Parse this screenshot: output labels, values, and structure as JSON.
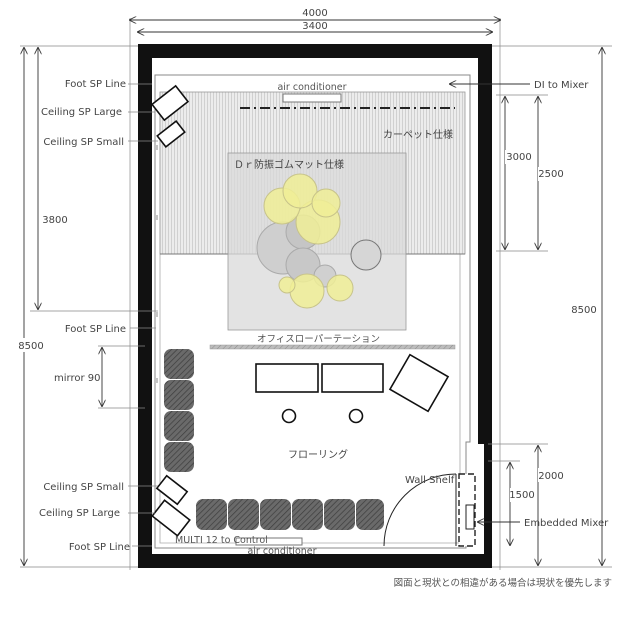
{
  "dimensions": {
    "width_outer": "4000",
    "width_inner": "3400",
    "height_left_outer": "8500",
    "height_left_zone": "3800",
    "mirror_90": "mirror 90",
    "right_3000": "3000",
    "right_2500": "2500",
    "right_8500": "8500",
    "right_2000": "2000",
    "right_1500": "1500"
  },
  "labels": {
    "foot_sp_line_top": "Foot SP Line",
    "ceiling_sp_large_top": "Ceiling SP Large",
    "ceiling_sp_small_top": "Ceiling SP Small",
    "foot_sp_line_mid": "Foot SP Line",
    "ceiling_sp_small_bottom": "Ceiling SP Small",
    "ceiling_sp_large_bottom": "Ceiling SP Large",
    "foot_sp_line_bottom": "Foot SP Line",
    "air_conditioner_top": "air conditioner",
    "air_conditioner_bottom": "air conditioner",
    "di_to_mixer": "DI to Mixer",
    "carpet": "カーペット仕様",
    "drum_mat": "Ｄｒ防振ゴムマット仕様",
    "partition": "オフィスローパーテーション",
    "flooring": "フローリング",
    "wall_shelf": "Wall  Shelf",
    "embedded_mixer": "Embedded Mixer",
    "multi12": "MULTI 12 to Control",
    "footnote": "図面と現状との相違がある場合は現状を優先します"
  },
  "colors": {
    "wall": "#111111",
    "drum_kit": "#f0ee96",
    "cabinets": "#555555",
    "carpet_fill": "#e6e6e6",
    "drum_mat_fill": "#d9d9d9"
  }
}
